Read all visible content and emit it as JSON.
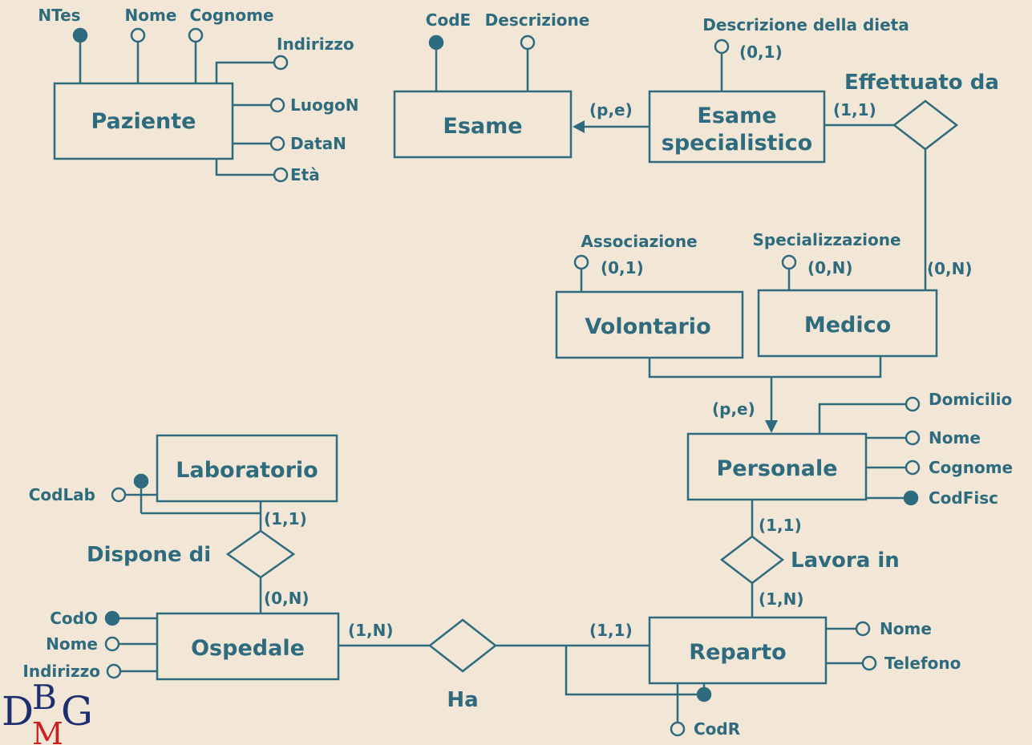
{
  "diagram": {
    "entities": {
      "paziente": "Paziente",
      "esame": "Esame",
      "esame_specialistico": [
        "Esame",
        "specialistico"
      ],
      "volontario": "Volontario",
      "medico": "Medico",
      "personale": "Personale",
      "laboratorio": "Laboratorio",
      "ospedale": "Ospedale",
      "reparto": "Reparto"
    },
    "relationships": {
      "effettuato_da": "Effettuato da",
      "lavora_in": "Lavora in",
      "dispone_di": "Dispone di",
      "ha": "Ha"
    },
    "attributes": {
      "paziente": [
        "NTes",
        "Nome",
        "Cognome",
        "Indirizzo",
        "LuogoN",
        "DataN",
        "Età"
      ],
      "esame": [
        "CodE",
        "Descrizione"
      ],
      "esame_specialistico": [
        "Descrizione della dieta"
      ],
      "volontario": [
        "Associazione"
      ],
      "medico": [
        "Specializzazione"
      ],
      "personale": [
        "Domicilio",
        "Nome",
        "Cognome",
        "CodFisc"
      ],
      "laboratorio": [
        "CodLab"
      ],
      "ospedale": [
        "CodO",
        "Nome",
        "Indirizzo"
      ],
      "reparto": [
        "Nome",
        "Telefono",
        "CodR"
      ]
    },
    "cardinalities": {
      "descrizione_dieta": "(0,1)",
      "associazione": "(0,1)",
      "specializzazione": "(0,N)",
      "esame_spec_effettuato": "(1,1)",
      "medico_effettuato": "(0,N)",
      "personale_lavora": "(1,1)",
      "reparto_lavora": "(1,N)",
      "laboratorio_dispone": "(1,1)",
      "ospedale_dispone": "(0,N)",
      "ospedale_ha": "(1,N)",
      "reparto_ha": "(1,1)"
    },
    "generalizations": {
      "esame": "(p,e)",
      "personale": "(p,e)"
    },
    "logo": {
      "d": "D",
      "b": "B",
      "g": "G",
      "m": "M"
    },
    "colors": {
      "background": "#f2e7d6",
      "ink": "#2e6b7e",
      "logo_dark": "#1d2f70",
      "logo_red": "#cc2020"
    }
  }
}
